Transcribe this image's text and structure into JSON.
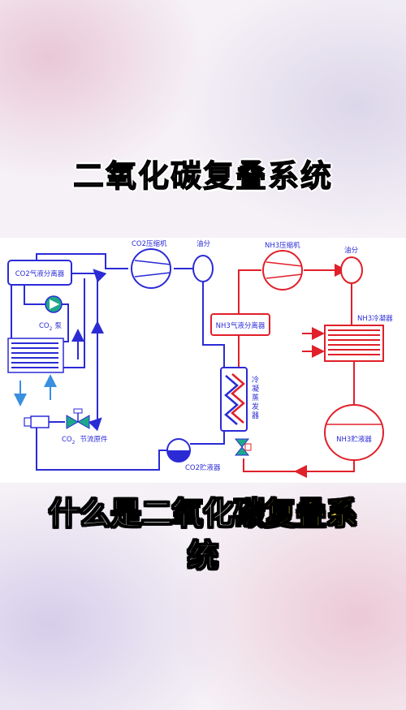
{
  "title": "二氧化碳复叠系统",
  "caption": {
    "part1": "什么是二氧化碳",
    "highlight": "复叠系",
    "part2": "统"
  },
  "labels": {
    "co2_separator": "CO2气液分离器",
    "co2_pump": "CO",
    "co2_pump_sub": "2",
    "co2_pump_suffix": "泵",
    "co2_throttle": "CO",
    "co2_throttle_sub": "2",
    "co2_throttle_suffix": "节流原件",
    "co2_compressor": "CO2压缩机",
    "oil_sep_left": "油分",
    "co2_receiver": "CO2贮液器",
    "nh3_separator": "NH3气液分离器",
    "cascade_evaporator": "冷凝蒸发器",
    "nh3_compressor": "NH3压缩机",
    "oil_sep_right": "油分",
    "nh3_condenser": "NH3冷凝器",
    "nh3_receiver": "NH3贮液器"
  },
  "colors": {
    "co2_loop": "#2b2bd6",
    "nh3_loop": "#e0202a",
    "component": "#2b2bd6",
    "label": "#2b2bd6"
  }
}
